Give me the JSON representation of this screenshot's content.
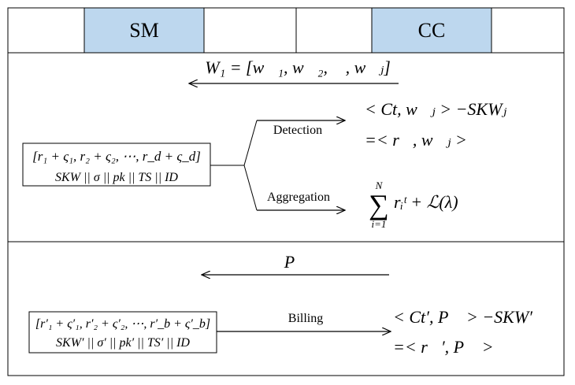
{
  "header": {
    "sm_label": "SM",
    "cc_label": "CC",
    "fill_color": "#bdd7ee"
  },
  "section1": {
    "w_vector": "W₁ = [w⃗₁, w⃗₂, ⋯, w⃗ⱼ]",
    "box_line1": "[r₁ + ς₁, r₂ + ς₂, ⋯, r_d + ς_d]",
    "box_line2": "SKW || σ || pk || TS || ID",
    "detection_label": "Detection",
    "detection_eq1": "< Ct, w⃗ⱼ > −SKWⱼ",
    "detection_eq2": "=< r⃗, w⃗ⱼ >",
    "aggregation_label": "Aggregation",
    "sum_upper": "N",
    "sum_symbol": "∑",
    "sum_lower": "i=1",
    "aggregation_term": "rᵢᵗ + ℒ(λ)"
  },
  "section2": {
    "p_vector": "P⃗",
    "box_line1": "[r′₁ + ς′₁, r′₂ + ς′₂, ⋯, r′_b + ς′_b]",
    "box_line2": "SKW′ || σ′ || pk′ || TS′ || ID",
    "billing_label": "Billing",
    "billing_eq1": "< Ct′, P⃗ > −SKW′",
    "billing_eq2": "=< r⃗′, P⃗ >"
  }
}
